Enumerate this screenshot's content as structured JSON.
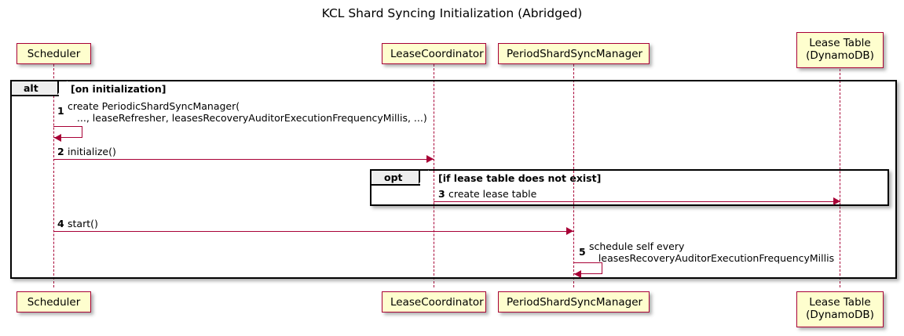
{
  "diagram": {
    "title": "KCL Shard Syncing Initialization (Abridged)",
    "type": "uml-sequence-diagram",
    "colors": {
      "participant_fill": "#FEFECE",
      "participant_border": "#A80036",
      "arrow": "#A80036",
      "fragment_border": "#000000",
      "fragment_label_fill": "#EEEEEE",
      "background": "#FFFFFF"
    }
  },
  "participants": [
    {
      "id": "scheduler",
      "label": "Scheduler"
    },
    {
      "id": "lease_coordinator",
      "label": "LeaseCoordinator"
    },
    {
      "id": "period_shard_sync_manager",
      "label": "PeriodShardSyncManager"
    },
    {
      "id": "lease_table",
      "label": "Lease Table\n(DynamoDB)"
    }
  ],
  "fragments": [
    {
      "id": "alt",
      "operator": "alt",
      "condition": "[on initialization]"
    },
    {
      "id": "opt",
      "operator": "opt",
      "condition": "[if lease table does not exist]"
    }
  ],
  "messages": [
    {
      "seq": "1",
      "from": "scheduler",
      "to": "scheduler",
      "kind": "self",
      "text": "create PeriodicShardSyncManager(\n   ..., leaseRefresher, leasesRecoveryAuditorExecutionFrequencyMillis, ...)"
    },
    {
      "seq": "2",
      "from": "scheduler",
      "to": "lease_coordinator",
      "kind": "call",
      "text": "initialize()"
    },
    {
      "seq": "3",
      "from": "lease_coordinator",
      "to": "lease_table",
      "kind": "call",
      "text": "create lease table"
    },
    {
      "seq": "4",
      "from": "scheduler",
      "to": "period_shard_sync_manager",
      "kind": "call",
      "text": "start()"
    },
    {
      "seq": "5",
      "from": "period_shard_sync_manager",
      "to": "period_shard_sync_manager",
      "kind": "self",
      "text": "schedule self every\n   leasesRecoveryAuditorExecutionFrequencyMillis"
    }
  ]
}
